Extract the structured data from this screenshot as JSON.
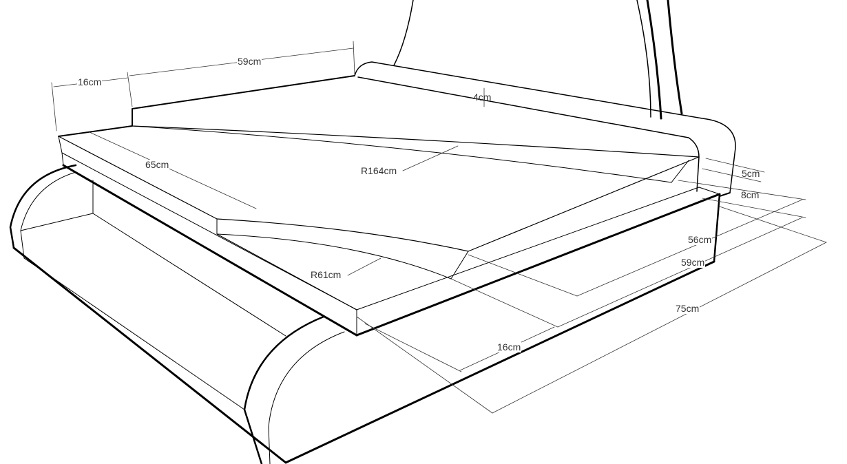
{
  "dimensions": {
    "top_left_offset": "16cm",
    "top_back_width": "59cm",
    "top_step_height": "4cm",
    "slab_side_length": "65cm",
    "big_radius": "R164cm",
    "small_radius": "R61cm",
    "right_5": "5cm",
    "right_8": "8cm",
    "right_56": "56cm",
    "right_59": "59cm",
    "total_75": "75cm",
    "front_16": "16cm"
  }
}
